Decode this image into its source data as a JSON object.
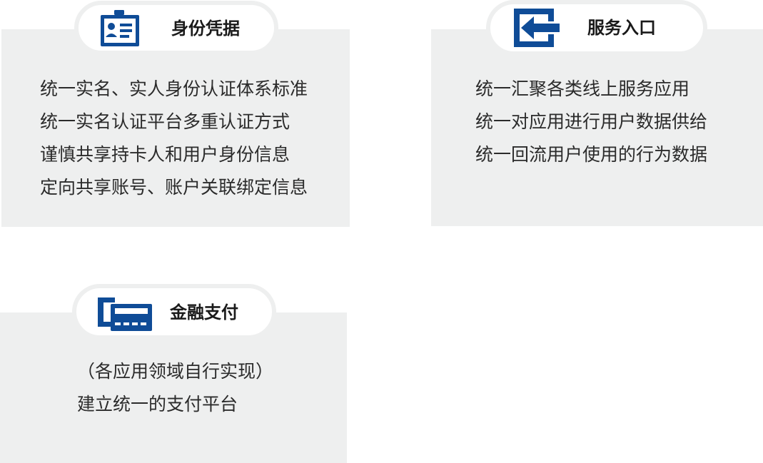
{
  "colors": {
    "accent": "#0f4c97",
    "card": "#eeefef"
  },
  "cards": [
    {
      "title": "身份凭据",
      "icon": "id-badge-icon",
      "lines": [
        "统一实名、实人身份认证体系标准",
        "统一实名认证平台多重认证方式",
        "谨慎共享持卡人和用户身份信息",
        "定向共享账号、账户关联绑定信息"
      ]
    },
    {
      "title": "服务入口",
      "icon": "entry-arrow-icon",
      "lines": [
        "统一汇聚各类线上服务应用",
        "统一对应用进行用户数据供给",
        "统一回流用户使用的行为数据"
      ]
    },
    {
      "title": "金融支付",
      "icon": "bank-card-icon",
      "lines": [
        "（各应用领域自行实现）",
        "建立统一的支付平台"
      ]
    }
  ]
}
